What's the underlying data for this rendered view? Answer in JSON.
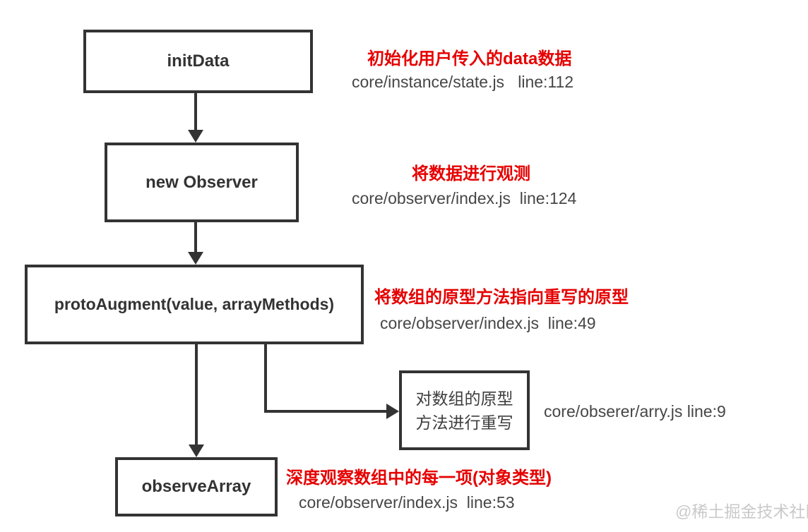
{
  "nodes": {
    "initData": {
      "label": "initData"
    },
    "newObserver": {
      "label": "new Observer"
    },
    "protoAugment": {
      "label": "protoAugment(value, arrayMethods)"
    },
    "rewrite": {
      "label": "对数组的原型方法进行重写"
    },
    "observeArray": {
      "label": "observeArray"
    }
  },
  "annotations": {
    "initData": {
      "note": "初始化用户传入的data数据",
      "path": "core/instance/state.js   line:112"
    },
    "newObserver": {
      "note": "将数据进行观测",
      "path": "core/observer/index.js  line:124"
    },
    "protoAugment": {
      "note": "将数组的原型方法指向重写的原型",
      "path": "core/observer/index.js  line:49"
    },
    "rewrite": {
      "path": "core/obserer/arry.js line:9"
    },
    "observeArray": {
      "note": "深度观察数组中的每一项(对象类型)",
      "path": "core/observer/index.js  line:53"
    }
  },
  "watermark": "@稀土掘金技术社区",
  "colors": {
    "note_red": "#e60000",
    "path_gray": "#464646",
    "line_dark": "#333333",
    "watermark_gray": "#c9c9c9"
  }
}
